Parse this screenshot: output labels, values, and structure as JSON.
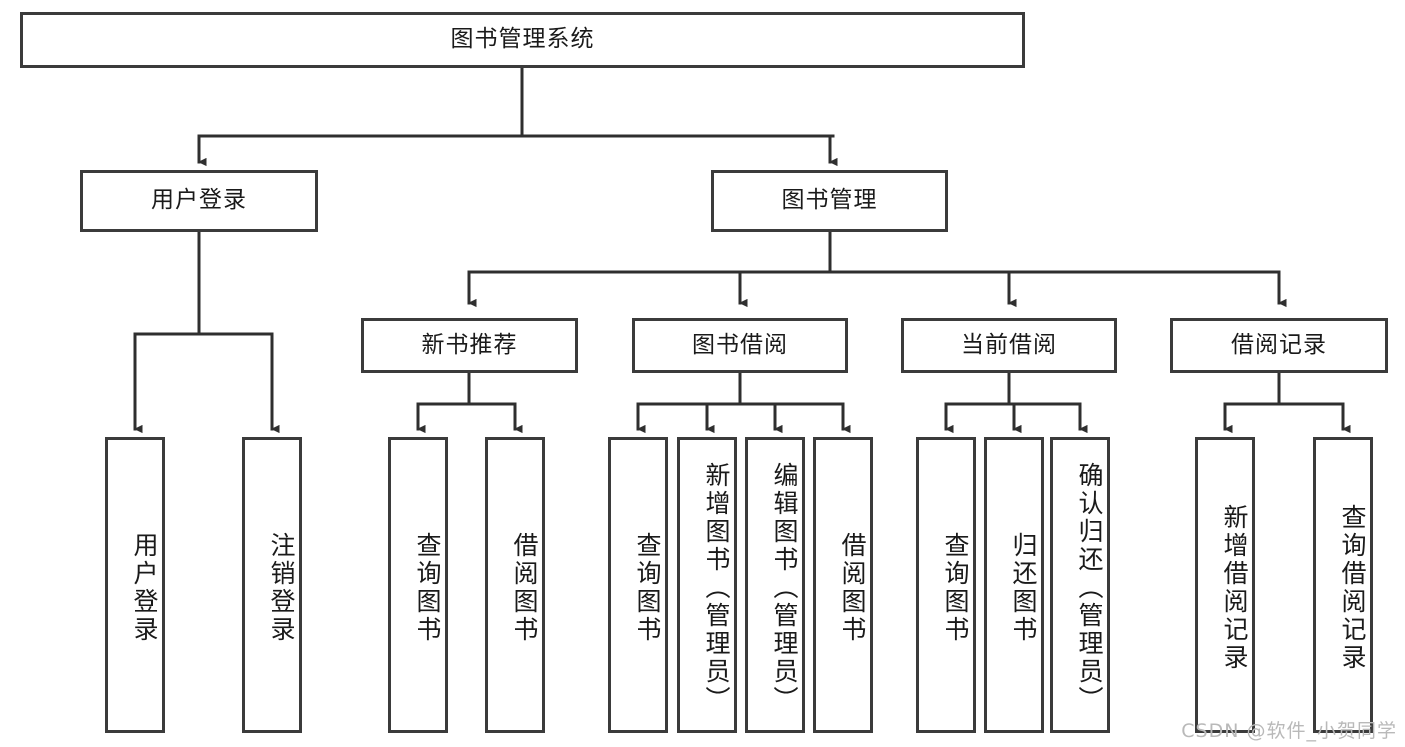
{
  "diagram": {
    "title": "图书管理系统",
    "type": "tree-hierarchy-diagram",
    "colors": {
      "box_border": "#3b3b3b",
      "box_fill": "#ffffff",
      "connector": "#2f2f2f",
      "text": "#1a1a1a",
      "watermark": "#b9b9b9"
    },
    "root": {
      "label": "图书管理系统"
    },
    "level2": [
      {
        "label": "用户登录"
      },
      {
        "label": "图书管理"
      }
    ],
    "level3": [
      {
        "label": "新书推荐"
      },
      {
        "label": "图书借阅"
      },
      {
        "label": "当前借阅"
      },
      {
        "label": "借阅记录"
      }
    ],
    "leaves": {
      "user_login": [
        {
          "label": "用户登录"
        },
        {
          "label": "注销登录"
        }
      ],
      "new_book_recommend": [
        {
          "label": "查询图书"
        },
        {
          "label": "借阅图书"
        }
      ],
      "book_borrow": [
        {
          "label": "查询图书"
        },
        {
          "label": "新增图书（管理员）"
        },
        {
          "label": "编辑图书（管理员）"
        },
        {
          "label": "借阅图书"
        }
      ],
      "current_borrow": [
        {
          "label": "查询图书"
        },
        {
          "label": "归还图书"
        },
        {
          "label": "确认归还（管理员）"
        }
      ],
      "borrow_record": [
        {
          "label": "新增借阅记录"
        },
        {
          "label": "查询借阅记录"
        }
      ]
    },
    "watermark": "CSDN @软件_小贺同学"
  }
}
